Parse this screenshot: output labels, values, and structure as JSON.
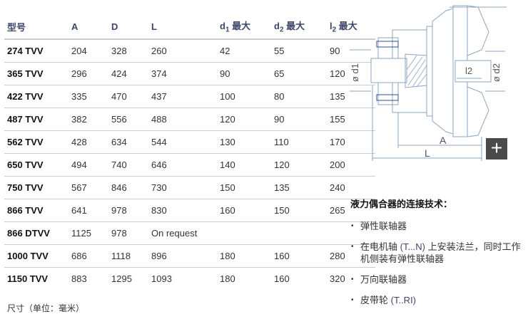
{
  "table": {
    "headers": [
      {
        "main": "型号"
      },
      {
        "main": "A"
      },
      {
        "main": "D"
      },
      {
        "main": "L"
      },
      {
        "main": "d",
        "sub": "1",
        "suffix": " 最大"
      },
      {
        "main": "d",
        "sub": "2",
        "suffix": " 最大"
      },
      {
        "main": "l",
        "sub": "2",
        "suffix": " 最大"
      }
    ],
    "rows": [
      [
        "274 TVV",
        "204",
        "328",
        "260",
        "42",
        "55",
        "90"
      ],
      [
        "365 TVV",
        "296",
        "424",
        "374",
        "90",
        "65",
        "120"
      ],
      [
        "422 TVV",
        "335",
        "470",
        "437",
        "100",
        "80",
        "135"
      ],
      [
        "487 TVV",
        "382",
        "556",
        "488",
        "120",
        "90",
        "155"
      ],
      [
        "562 TVV",
        "428",
        "634",
        "544",
        "130",
        "110",
        "170"
      ],
      [
        "650 TVV",
        "494",
        "740",
        "646",
        "140",
        "120",
        "200"
      ],
      [
        "750 TVV",
        "567",
        "846",
        "730",
        "150",
        "135",
        "240"
      ],
      [
        "866 TVV",
        "641",
        "978",
        "830",
        "160",
        "150",
        "265"
      ],
      [
        "866 DTVV",
        "1125",
        "978",
        "On request"
      ],
      [
        "1000 TVV",
        "686",
        "1118",
        "896",
        "180",
        "160",
        "280"
      ],
      [
        "1150 TVV",
        "883",
        "1295",
        "1093",
        "180",
        "160",
        "320"
      ]
    ]
  },
  "note": "尺寸（单位：毫米）",
  "diagram": {
    "labels": {
      "d1": "ø d1",
      "d2": "ø d2",
      "l2": "l2",
      "A": "A",
      "L": "L"
    },
    "zoom_icon": "plus-icon"
  },
  "tech": {
    "title": "液力偶合器的连接技术：",
    "items": [
      {
        "text": "弹性联轴器"
      },
      {
        "text": "在电机轴 ",
        "code": "(T...N)",
        "rest": " 上安装法兰，同时工作机侧装有弹性联轴器"
      },
      {
        "text": "万向联轴器"
      },
      {
        "text": "皮带轮 ",
        "code": "(T..RI)"
      }
    ]
  }
}
